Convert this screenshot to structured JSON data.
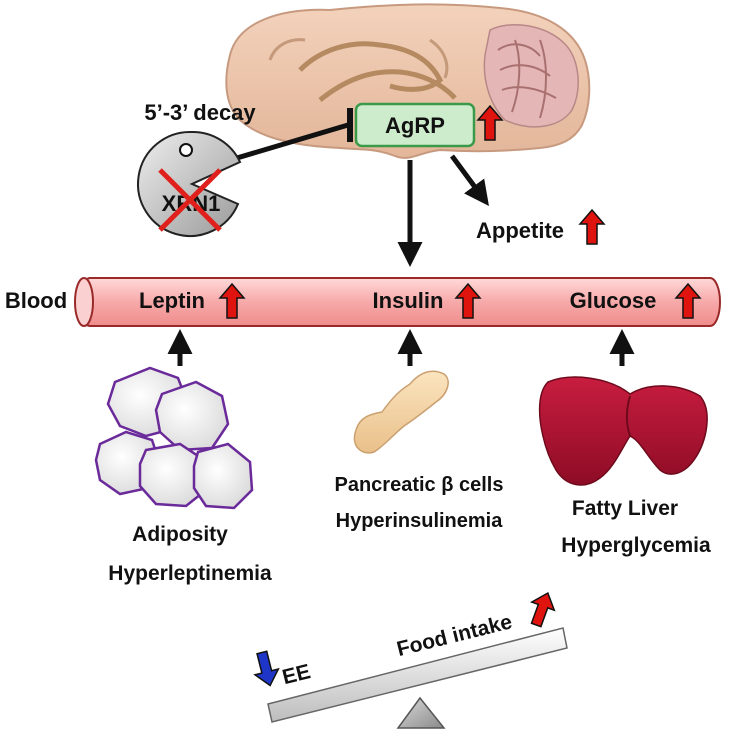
{
  "labels": {
    "decay": "5’-3’ decay",
    "xrn1": "XRN1",
    "agrp": "AgRP",
    "appetite": "Appetite",
    "blood": "Blood",
    "leptin": "Leptin",
    "insulin": "Insulin",
    "glucose": "Glucose",
    "adiposity": "Adiposity",
    "hyperleptinemia": "Hyperleptinemia",
    "pancreatic": "Pancreatic β cells",
    "hyperinsulinemia": "Hyperinsulinemia",
    "fatty_liver": "Fatty Liver",
    "hyperglycemia": "Hyperglycemia",
    "food_intake": "Food intake",
    "ee": "EE"
  },
  "colors": {
    "increase_arrow": "#e0140f",
    "decrease_arrow": "#1f35c8",
    "agrp_box": "#cdeccc",
    "agrp_border": "#3a9a4a",
    "blood_vessel": "#f7a9a9",
    "brain": "#e9c1a6",
    "fat_cell_border": "#6a2a9a",
    "pancreas": "#f3d3a0",
    "liver": "#b51435",
    "xrn1_cross": "#e0201a"
  },
  "icons": [
    "brain-icon",
    "exonuclease-pacman-icon",
    "fat-cells-icon",
    "pancreas-icon",
    "liver-icon",
    "seesaw-icon"
  ]
}
